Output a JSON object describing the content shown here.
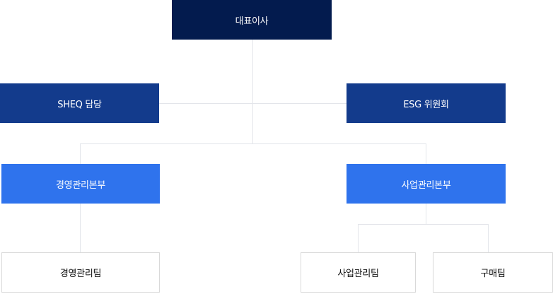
{
  "colors": {
    "ceo": "#031b4e",
    "board": "#133b8c",
    "division": "#2f73ed",
    "team_border": "#d9d9d9",
    "connector": "#e3e5ea"
  },
  "org": {
    "ceo": "대표이사",
    "sheq": "SHEQ 담당",
    "esg": "ESG 위원회",
    "mgmt_division": "경영관리본부",
    "biz_division": "사업관리본부",
    "mgmt_team": "경영관리팀",
    "biz_team": "사업관리팀",
    "purchase_team": "구매팀"
  }
}
